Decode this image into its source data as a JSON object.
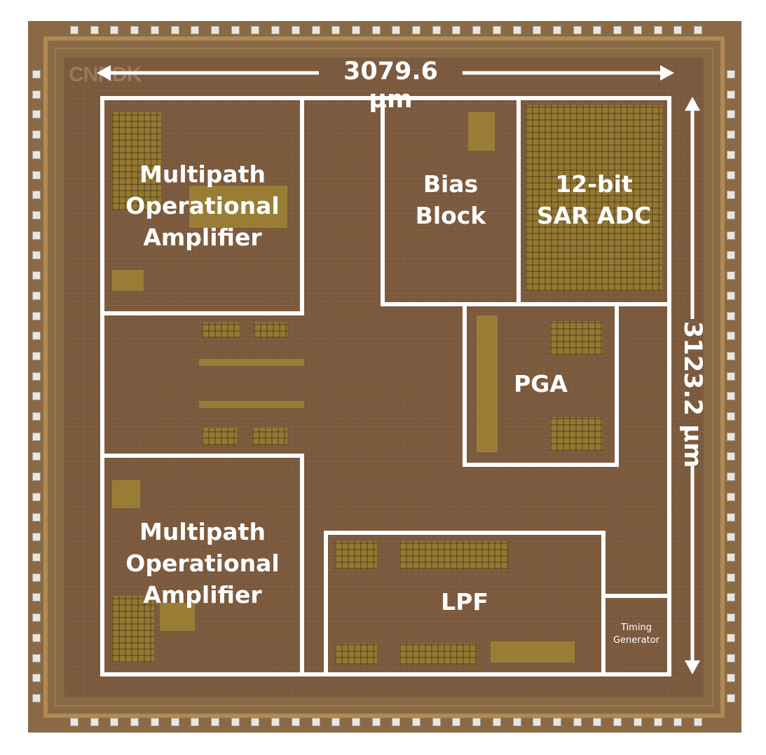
{
  "logo_text": "CNRDK",
  "dimensions": {
    "width_label": "3079.6 μm",
    "height_label": "3123.2 μm"
  },
  "blocks": {
    "opamp_top": [
      "Multipath",
      "Operational",
      "Amplifier"
    ],
    "opamp_bottom": [
      "Multipath",
      "Operational",
      "Amplifier"
    ],
    "bias": [
      "Bias",
      "Block"
    ],
    "adc": [
      "12-bit",
      "SAR ADC"
    ],
    "pga": [
      "PGA"
    ],
    "lpf": [
      "LPF"
    ],
    "timing": [
      "Timing",
      "Generator"
    ]
  },
  "colors": {
    "die": "#8a6a46",
    "outline": "#ffffff",
    "pad": "#e8e6e2",
    "metal": "#a08434"
  }
}
